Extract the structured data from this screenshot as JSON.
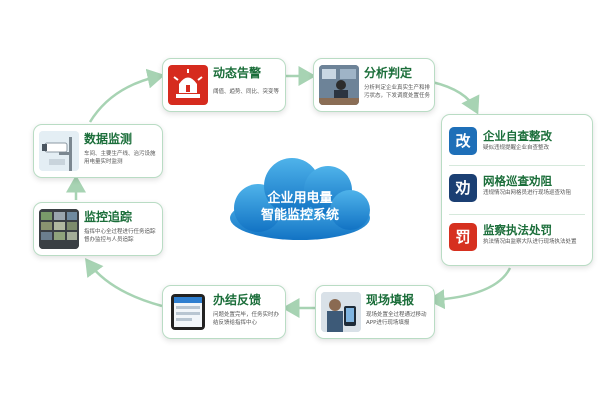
{
  "center": {
    "line1": "企业用电量",
    "line2": "智能监控系统"
  },
  "steps": {
    "alarm": {
      "title": "动态告警",
      "desc": "阈值、趋势、同比、突变等"
    },
    "analysis": {
      "title": "分析判定",
      "desc": "分析判定企业真实生产和排污状态，下发调度处置任务"
    },
    "handling": {
      "items": [
        {
          "badge": "改",
          "title": "企业自查整改",
          "desc": "疑似违规提醒企业自查整改"
        },
        {
          "badge": "劝",
          "title": "网格巡查劝阻",
          "desc": "违规情况由网格员进行现场巡查劝阻"
        },
        {
          "badge": "罚",
          "title": "监察执法处罚",
          "desc": "执法情况由监察大队进行现场执法处置"
        }
      ]
    },
    "report": {
      "title": "现场填报",
      "desc": "现场处置全过程通过移动APP进行现场填报"
    },
    "feedback": {
      "title": "办结反馈",
      "desc": "问题处置完毕，任务实时办结反馈给指挥中心"
    },
    "trace": {
      "title": "监控追踪",
      "desc": "指挥中心全过程进行任务追踪督办监控与人员追踪"
    },
    "monitor": {
      "title": "数据监测",
      "desc": "车间、主要生产线、治污设施用电量实时监测"
    }
  },
  "colors": {
    "title_green": "#1b6e3a",
    "badge_blue": "#1e6fb8",
    "badge_navy": "#1b3f73",
    "badge_red": "#d6301f",
    "cloud_top": "#4fb3ea",
    "cloud_bottom": "#1273c4",
    "arrow": "#a7d3b3"
  },
  "icons": {
    "alarm": "siren-icon",
    "analysis": "operator-desk-icon",
    "report": "mobile-report-icon",
    "feedback": "tablet-app-icon",
    "trace": "video-wall-icon",
    "monitor": "cctv-camera-icon"
  }
}
